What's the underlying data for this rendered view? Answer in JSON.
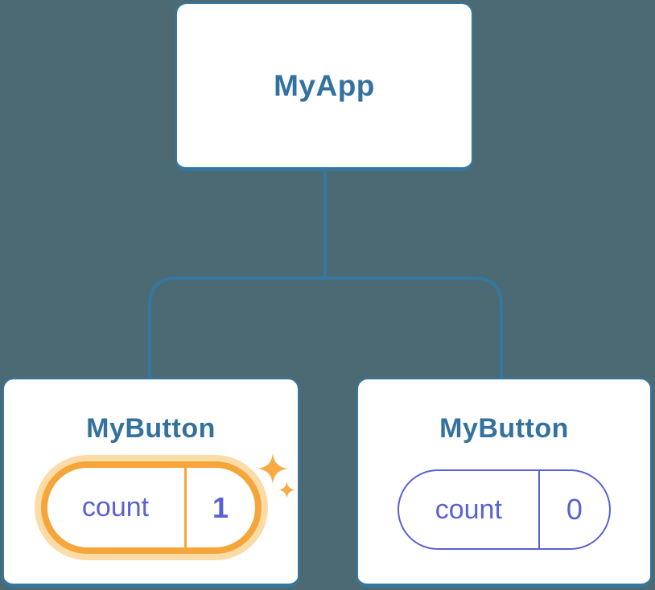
{
  "diagram": {
    "root": {
      "label": "MyApp"
    },
    "children": [
      {
        "label": "MyButton",
        "state": {
          "name": "count",
          "value": "1"
        },
        "highlighted": true
      },
      {
        "label": "MyButton",
        "state": {
          "name": "count",
          "value": "0"
        },
        "highlighted": false
      }
    ]
  },
  "icons": {
    "sparkles": "four-point-star-sparkles"
  },
  "colors": {
    "background": "#4c6a74",
    "card_bg": "#ffffff",
    "card_border": "#35779f",
    "title_text": "#33719e",
    "state_text": "#5a62d2",
    "state_border": "#5a62d2",
    "highlight_orange": "#f4a63b",
    "highlight_glow": "#fbdca7",
    "sparkle": "#f6ab45"
  }
}
